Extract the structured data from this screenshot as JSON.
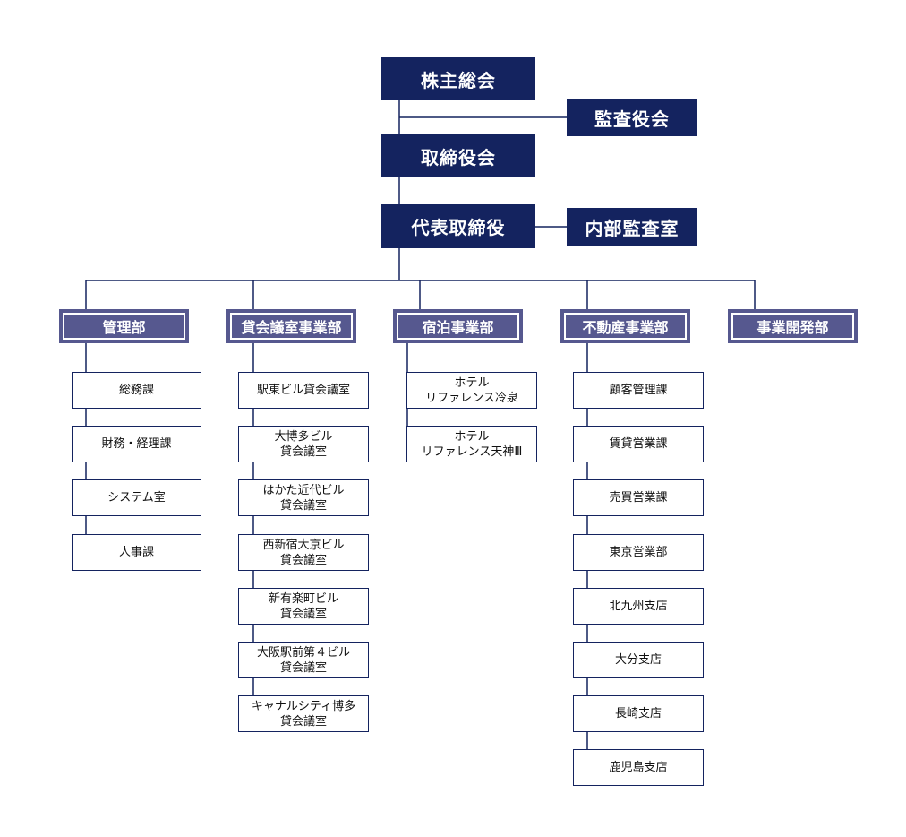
{
  "top": {
    "shareholders": "株主総会",
    "auditors": "監査役会",
    "board": "取締役会",
    "president": "代表取締役",
    "internal_audit": "内部監査室"
  },
  "departments": [
    {
      "name": "管理部",
      "sections": [
        "総務課",
        "財務・経理課",
        "システム室",
        "人事課"
      ]
    },
    {
      "name": "貸会議室事業部",
      "sections": [
        "駅東ビル貸会議室",
        "大博多ビル\n貸会議室",
        "はかた近代ビル\n貸会議室",
        "西新宿大京ビル\n貸会議室",
        "新有楽町ビル\n貸会議室",
        "大阪駅前第４ビル\n貸会議室",
        "キャナルシティ博多\n貸会議室"
      ]
    },
    {
      "name": "宿泊事業部",
      "sections": [
        "ホテル\nリファレンス冷泉",
        "ホテル\nリファレンス天神Ⅲ"
      ]
    },
    {
      "name": "不動産事業部",
      "sections": [
        "顧客管理課",
        "賃貸営業課",
        "売買営業課",
        "東京営業部",
        "北九州支店",
        "大分支店",
        "長崎支店",
        "鹿児島支店"
      ]
    },
    {
      "name": "事業開発部",
      "sections": []
    }
  ],
  "colors": {
    "navy": "#14235f",
    "dept": "#56588f",
    "line": "#14235f"
  }
}
